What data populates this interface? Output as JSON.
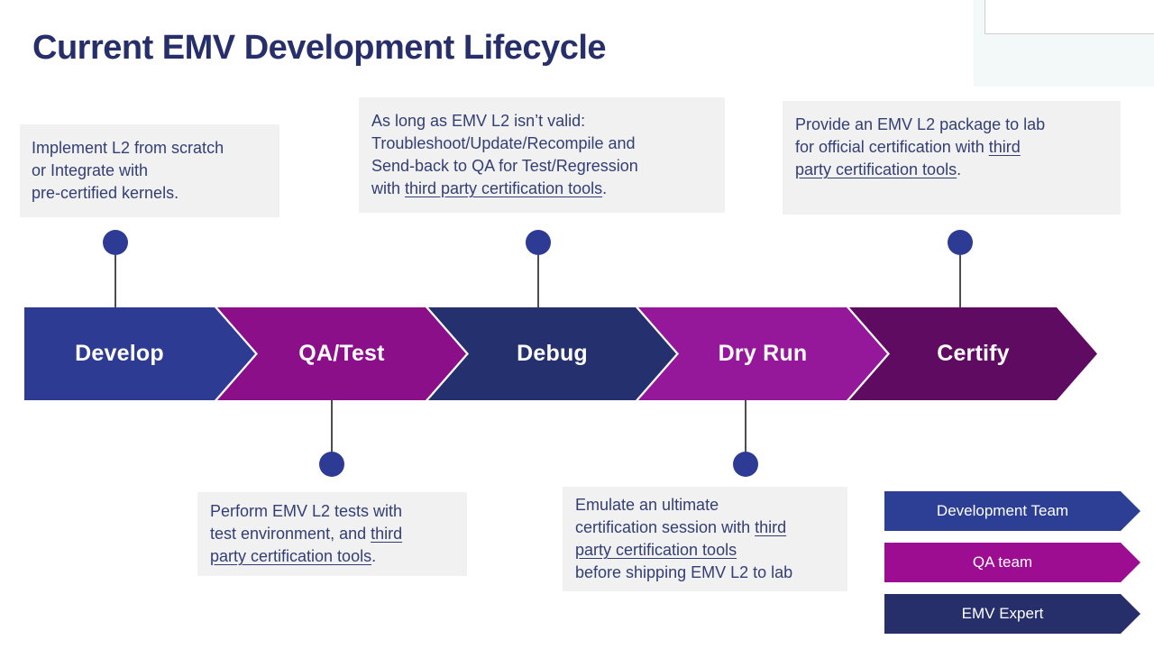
{
  "slide": {
    "title": "Current EMV Development Lifecycle"
  },
  "connector": {
    "dot_color": "#2e3b94",
    "line_color": "#4d4d4d"
  },
  "stages": [
    {
      "label": "Develop",
      "color": "#2d3b92",
      "callout": {
        "position": "top",
        "prefix": "Implement L2 from scratch\nor Integrate with\npre-certified kernels.",
        "link": "",
        "suffix": ""
      }
    },
    {
      "label": "QA/Test",
      "color": "#8c0f8a",
      "callout": {
        "position": "bottom",
        "prefix": "Perform EMV L2 tests with\ntest environment, and ",
        "link": "third\nparty certification tools",
        "suffix": "."
      }
    },
    {
      "label": "Debug",
      "color": "#25306e",
      "callout": {
        "position": "top",
        "prefix": "As long as EMV L2 isn’t valid:\nTroubleshoot/Update/Recompile and\nSend-back to QA for Test/Regression\nwith ",
        "link": "third party certification tools",
        "suffix": "."
      }
    },
    {
      "label": "Dry Run",
      "color": "#96189a",
      "callout": {
        "position": "bottom",
        "prefix": "Emulate an ultimate\ncertification session with ",
        "link": "third\nparty certification  tools",
        "suffix": "\nbefore shipping EMV L2 to lab"
      }
    },
    {
      "label": "Certify",
      "color": "#600b62",
      "callout": {
        "position": "top",
        "prefix": "Provide an EMV L2 package to lab\nfor official certification with ",
        "link": "third\nparty certification tools",
        "suffix": "."
      }
    }
  ],
  "legend": [
    {
      "label": "Development Team",
      "color": "#2d3f94"
    },
    {
      "label": "QA team",
      "color": "#9c0d92"
    },
    {
      "label": "EMV Expert",
      "color": "#272f6b"
    }
  ]
}
